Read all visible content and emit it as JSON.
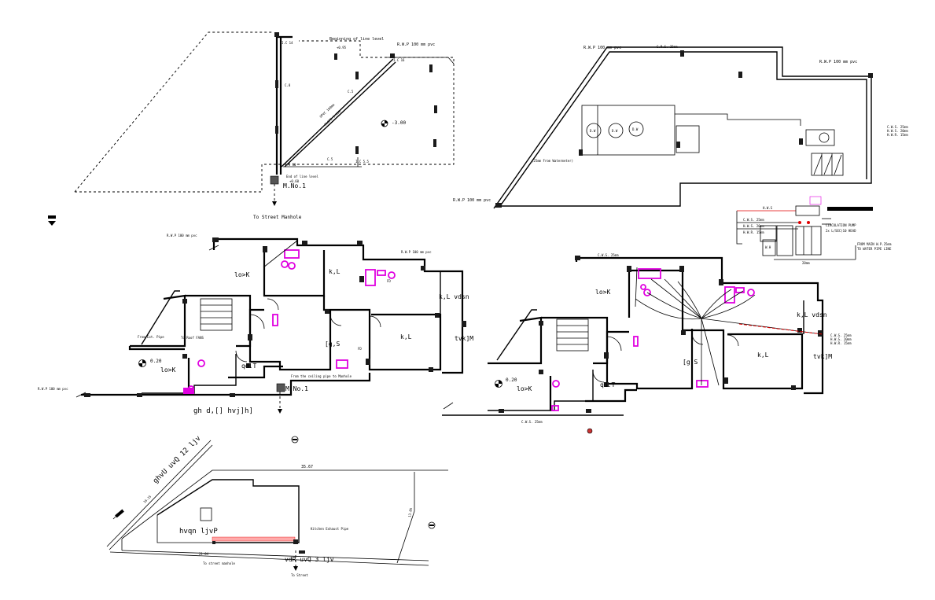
{
  "site_plan": {
    "manhole_label": "M.No.1",
    "to_street": "To Street Manhole",
    "beginning": "Beginning of line level",
    "beginning_level": "+0.95",
    "end": "End of line level",
    "end_level": "+0.60",
    "level_mark": "-3.00",
    "rwp": "R.W.P 100 mm pvc",
    "ic_14": "I.C 14",
    "ic_16": "I.C 16",
    "upvc": "UPVC 100mm",
    "slope": "SLOPE 1:100",
    "c8": "C.8",
    "c5": "C.5",
    "c5b": "C.5",
    "ic10": "I.C 10",
    "ic55": "I.C 5.5"
  },
  "water_plan": {
    "rwp_left": "R.W.P 100 mm pvc",
    "rwp_right": "R.W.P 100 mm pvc",
    "rwp_bottom": "R.W.P 100 mm pvc",
    "from_meter": "(25mm From Watermeter)",
    "crs": "C.R.S. 25mm",
    "tank_labels": [
      "D.W",
      "D.W",
      "D.W"
    ],
    "right_notes": [
      "C.W.S. 25mm",
      "H.W.S. 20mm",
      "H.W.R. 15mm"
    ]
  },
  "schematic": {
    "hws": "H.W.S",
    "cws_lines": [
      "C.W.S. 25mm",
      "H.W.S. 20mm",
      "H.W.R. 15mm"
    ],
    "pump": "CIRCULATION PUMP",
    "pump2": "2x L/SEC(10 HEAD",
    "from_main": "FROM MAIN W.P.25mm",
    "pipe_line": "TO WATER PIPE LINE",
    "heater": "W.H",
    "size": "20mm"
  },
  "ground_floor_left": {
    "rooms": [
      "lo>K",
      "k,L",
      "[g,S",
      "k,L",
      "k,L vdsn",
      "qd.T",
      "lo>K",
      "tvk]M"
    ],
    "rwp_top": "R.W.P 100 mm pvc",
    "rwp_right": "R.W.P 100 mm pvc",
    "rwp_bottom": "R.W.P 100 mm pvc",
    "level": "0.20",
    "manhole": "M.No.1",
    "caption": "gh d,[] hvj]h]",
    "note": "From Ext. Pipe",
    "roof_fans": "To Roof FANS",
    "ceiling": "From the ceiling pipe to Manhole",
    "fd": "FD",
    "fd2": "FD"
  },
  "ground_floor_right": {
    "rooms": [
      "lo>K",
      "k,L vdsn",
      "[g,S",
      "k,L",
      "qd.T",
      "lo>K",
      "tvk]M"
    ],
    "level": "0.20",
    "notes": [
      "C.W.S. 25mm",
      "H.W.S. 20mm",
      "H.W.R. 15mm"
    ],
    "crs": "C.W.S. 25mm",
    "crs_bottom": "C.W.S. 25mm"
  },
  "plot_plan": {
    "road_label": "ghvU uvQ 12 ljv",
    "side": "16.15",
    "top_dim": "35.67",
    "right_dim": "13.85",
    "house": "hvqn ljvP",
    "bottom_label": "vdR uvQ 3 ljv",
    "to_street": "To Street",
    "to_manhole": "To street manhole",
    "dim_left": "21.04",
    "bottom_dim": "21.04",
    "small_note": "Kitchen Exhaust Pipe"
  },
  "colors": {
    "lines": "#000000",
    "sanitary": "#e000e0",
    "hot_water": "#e00000",
    "background": "#ffffff"
  },
  "icons": [
    "north-arrow-icon",
    "level-marker-icon",
    "manhole-icon",
    "section-symbol-icon"
  ]
}
